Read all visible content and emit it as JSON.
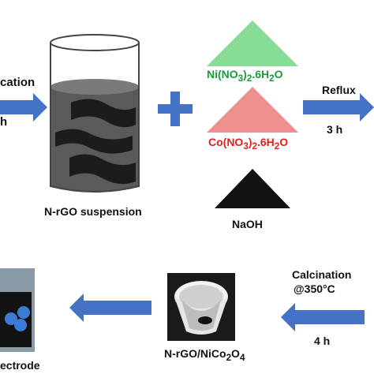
{
  "steps": {
    "sonication_label": "cation",
    "sonication_time": "h",
    "suspension_label": "N-rGO suspension",
    "ni_salt": "Ni(NO",
    "ni_salt_sub": "3",
    "ni_salt_mid": ")",
    "ni_salt_sub2": "2",
    "ni_salt_end": ".6H",
    "ni_salt_sub3": "2",
    "ni_salt_tail": "O",
    "co_salt": "Co(NO",
    "co_salt_sub": "3",
    "co_salt_mid": ")",
    "co_salt_sub2": "2",
    "co_salt_end": ".6H",
    "co_salt_sub3": "2",
    "co_salt_tail": "O",
    "base": "NaOH",
    "reflux_label": "Reflux",
    "reflux_time": "3 h",
    "calcination_label": "Calcination",
    "calcination_temp": "@350°C",
    "calcination_time": "4 h",
    "product": "N-rGO/NiCo",
    "product_sub": "2",
    "product_mid": "O",
    "product_sub2": "4",
    "electrode_label": "ectrode"
  },
  "colors": {
    "arrow": "#4472c4",
    "ni_color": "#1a9a3a",
    "co_color": "#e0201c",
    "ni_triangle": "#88dd96",
    "co_triangle": "#f08f8f"
  }
}
